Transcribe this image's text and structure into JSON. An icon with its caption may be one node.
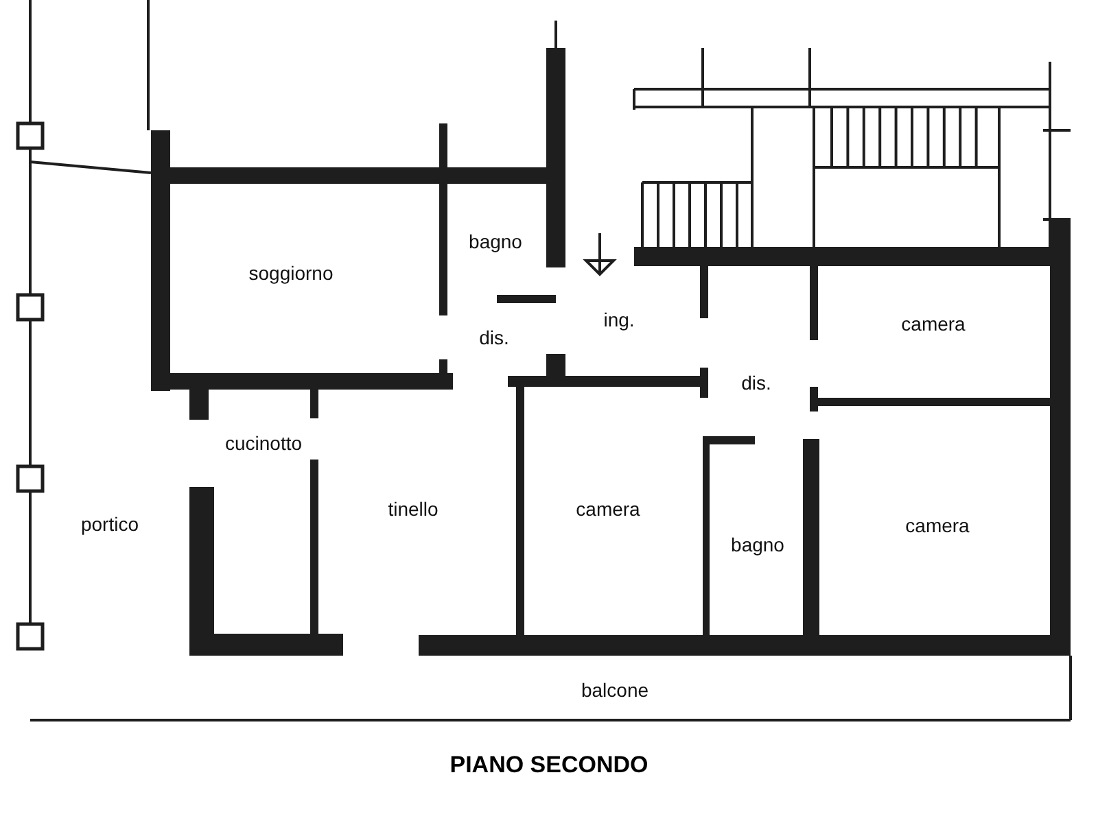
{
  "diagram": {
    "title": "PIANO SECONDO",
    "labels": [
      "bagno",
      "soggiorno",
      "ing.",
      "camera",
      "dis.",
      "dis.",
      "cucinotto",
      "tinello",
      "camera",
      "portico",
      "camera",
      "bagno",
      "balcone"
    ]
  }
}
